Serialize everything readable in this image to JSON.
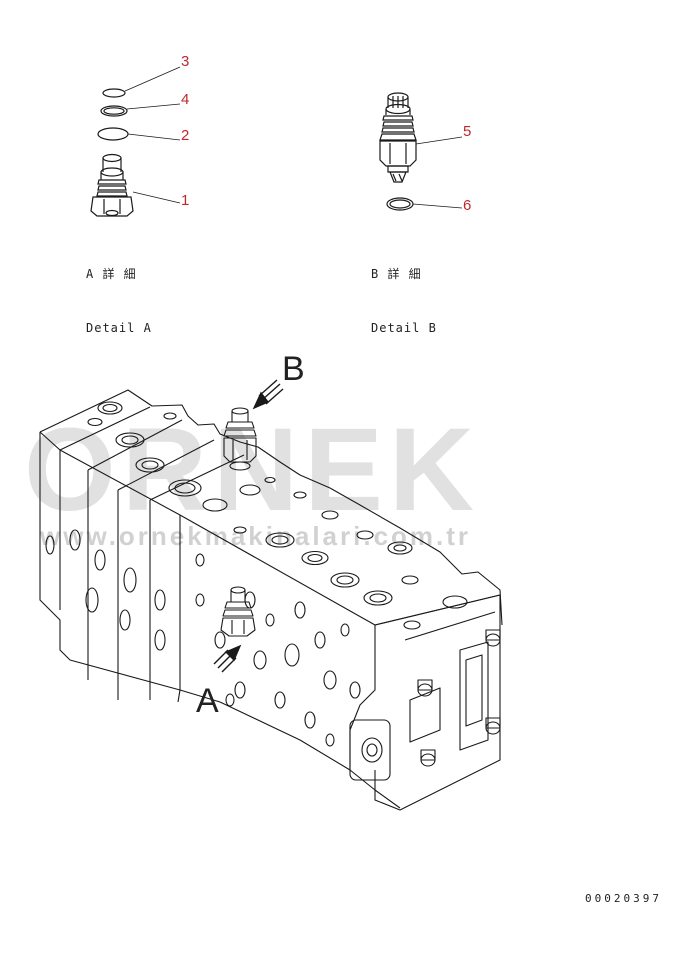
{
  "detail_a": {
    "line1": "A 詳 細",
    "line2": "Detail A",
    "callouts": [
      "3",
      "4",
      "2",
      "1"
    ]
  },
  "detail_b": {
    "line1": "B 詳 細",
    "line2": "Detail B",
    "callouts": [
      "5",
      "6"
    ]
  },
  "view_labels": {
    "a": "A",
    "b": "B"
  },
  "watermark": {
    "brand": "ORNEK",
    "url": "www.ornekmakinalari.com.tr"
  },
  "document_number": "00020397",
  "colors": {
    "callout": "#c0272d",
    "line": "#1a1a1a",
    "watermark": "#c9c9c9"
  }
}
